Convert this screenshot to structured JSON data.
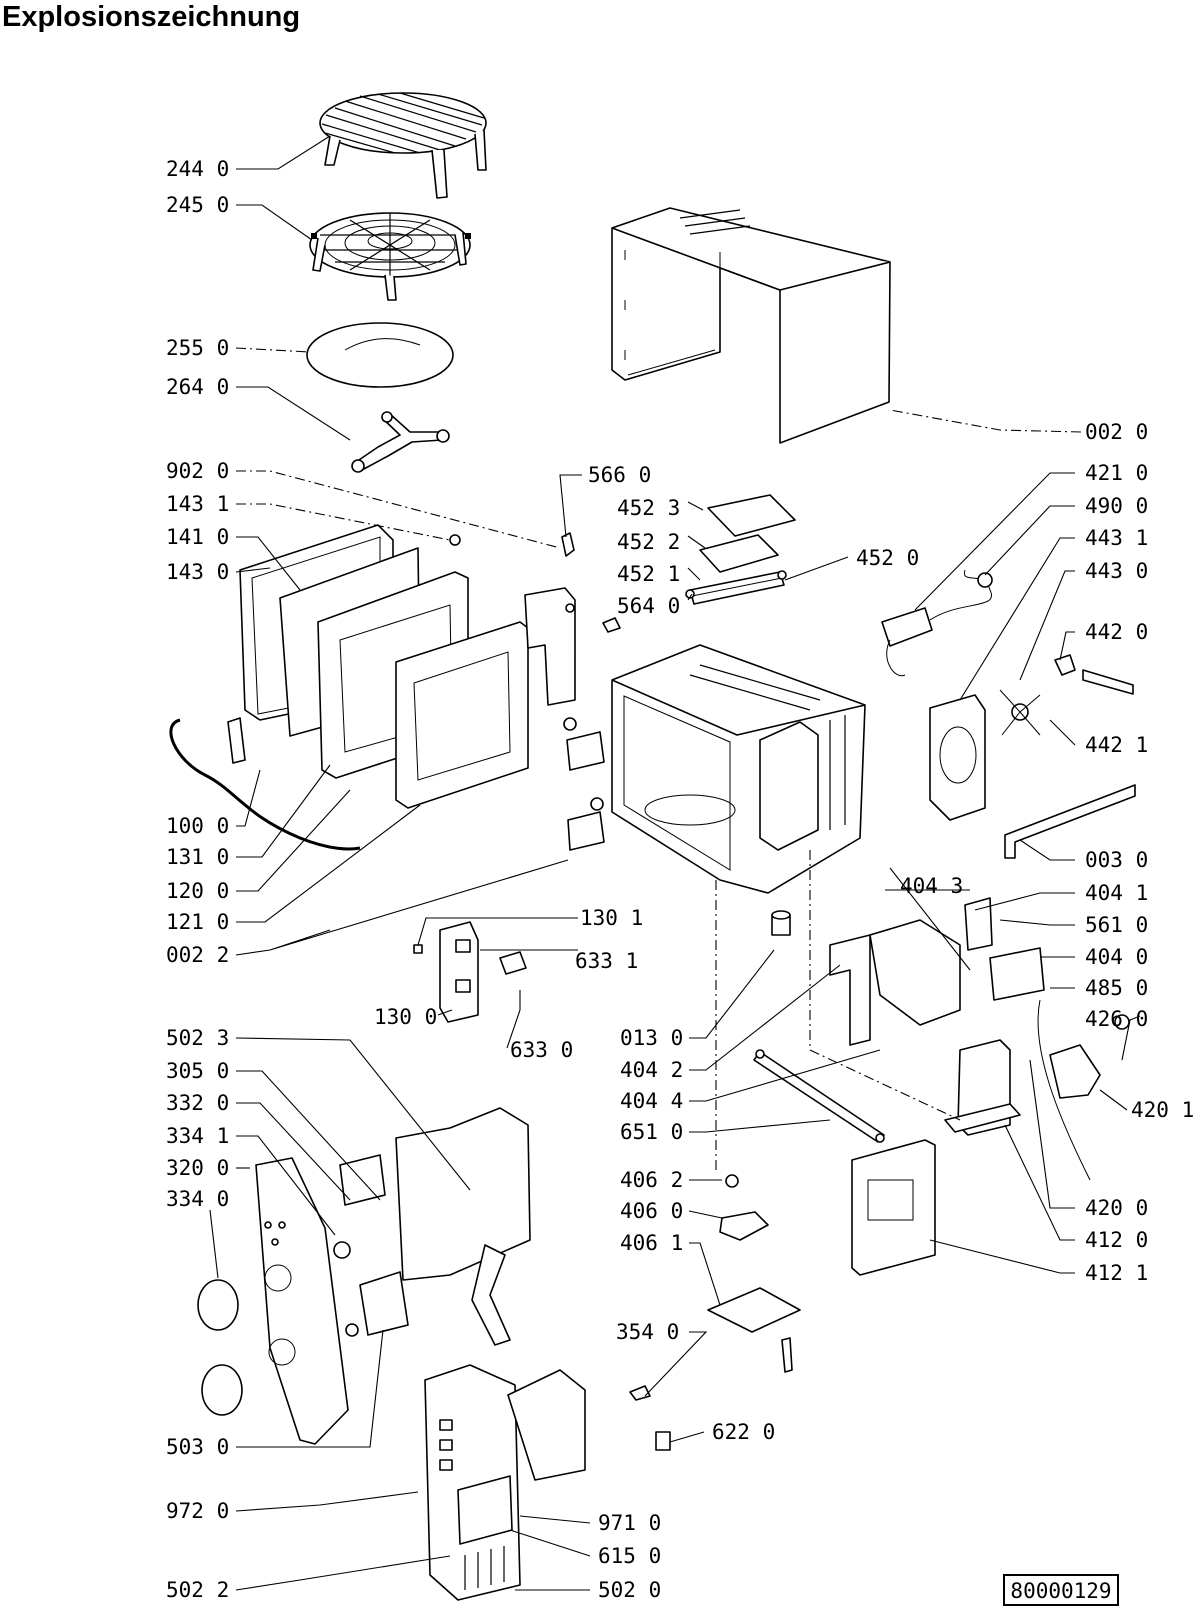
{
  "title": "Explosionszeichnung",
  "drawing_number": "80000129",
  "labels": [
    {
      "id": "244",
      "text": "244 0"
    },
    {
      "id": "245",
      "text": "245 0"
    },
    {
      "id": "255",
      "text": "255 0"
    },
    {
      "id": "264",
      "text": "264 0"
    },
    {
      "id": "902",
      "text": "902 0"
    },
    {
      "id": "1431",
      "text": "143 1"
    },
    {
      "id": "141",
      "text": "141 0"
    },
    {
      "id": "1430",
      "text": "143 0"
    },
    {
      "id": "100",
      "text": "100 0"
    },
    {
      "id": "131",
      "text": "131 0"
    },
    {
      "id": "120",
      "text": "120 0"
    },
    {
      "id": "121",
      "text": "121 0"
    },
    {
      "id": "0022",
      "text": "002 2"
    },
    {
      "id": "5023",
      "text": "502 3"
    },
    {
      "id": "305",
      "text": "305 0"
    },
    {
      "id": "332",
      "text": "332 0"
    },
    {
      "id": "3341",
      "text": "334 1"
    },
    {
      "id": "320",
      "text": "320 0"
    },
    {
      "id": "3340",
      "text": "334 0"
    },
    {
      "id": "503",
      "text": "503 0"
    },
    {
      "id": "972",
      "text": "972 0"
    },
    {
      "id": "5022",
      "text": "502 2"
    },
    {
      "id": "566",
      "text": "566 0"
    },
    {
      "id": "4523",
      "text": "452 3"
    },
    {
      "id": "4522",
      "text": "452 2"
    },
    {
      "id": "4521",
      "text": "452 1"
    },
    {
      "id": "564",
      "text": "564 0"
    },
    {
      "id": "4520",
      "text": "452 0"
    },
    {
      "id": "1301",
      "text": "130 1"
    },
    {
      "id": "6331",
      "text": "633 1"
    },
    {
      "id": "1300",
      "text": "130 0"
    },
    {
      "id": "6330",
      "text": "633 0"
    },
    {
      "id": "013",
      "text": "013 0"
    },
    {
      "id": "4042",
      "text": "404 2"
    },
    {
      "id": "4044",
      "text": "404 4"
    },
    {
      "id": "651",
      "text": "651 0"
    },
    {
      "id": "4062",
      "text": "406 2"
    },
    {
      "id": "4060",
      "text": "406 0"
    },
    {
      "id": "4061",
      "text": "406 1"
    },
    {
      "id": "354",
      "text": "354 0"
    },
    {
      "id": "622",
      "text": "622 0"
    },
    {
      "id": "971",
      "text": "971 0"
    },
    {
      "id": "615",
      "text": "615 0"
    },
    {
      "id": "5020",
      "text": "502 0"
    },
    {
      "id": "0020",
      "text": "002 0"
    },
    {
      "id": "421",
      "text": "421 0"
    },
    {
      "id": "490",
      "text": "490 0"
    },
    {
      "id": "4431",
      "text": "443 1"
    },
    {
      "id": "4430",
      "text": "443 0"
    },
    {
      "id": "4420",
      "text": "442 0"
    },
    {
      "id": "4421",
      "text": "442 1"
    },
    {
      "id": "003",
      "text": "003 0"
    },
    {
      "id": "4043",
      "text": "404 3"
    },
    {
      "id": "4041",
      "text": "404 1"
    },
    {
      "id": "561",
      "text": "561 0"
    },
    {
      "id": "4040",
      "text": "404 0"
    },
    {
      "id": "485",
      "text": "485 0"
    },
    {
      "id": "426",
      "text": "426 0"
    },
    {
      "id": "4201",
      "text": "420 1"
    },
    {
      "id": "4200",
      "text": "420 0"
    },
    {
      "id": "4120",
      "text": "412 0"
    },
    {
      "id": "4121",
      "text": "412 1"
    }
  ]
}
